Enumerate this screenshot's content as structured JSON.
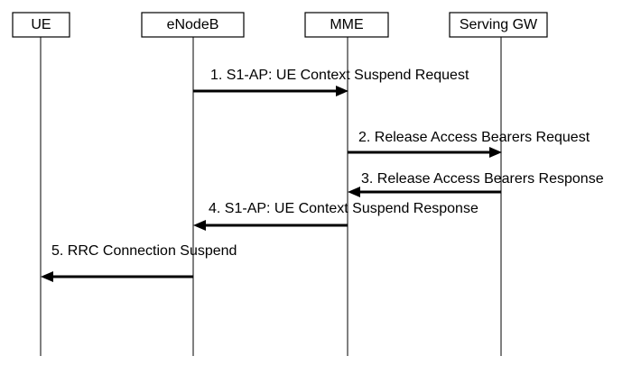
{
  "entities": [
    {
      "id": "ue",
      "label": "UE"
    },
    {
      "id": "enb",
      "label": "eNodeB"
    },
    {
      "id": "mme",
      "label": "MME"
    },
    {
      "id": "sgw",
      "label": "Serving GW"
    }
  ],
  "messages": [
    {
      "from": "enb",
      "to": "mme",
      "label": "1. S1-AP: UE Context Suspend Request"
    },
    {
      "from": "mme",
      "to": "sgw",
      "label": "2. Release Access Bearers Request"
    },
    {
      "from": "sgw",
      "to": "mme",
      "label": "3. Release Access Bearers Response"
    },
    {
      "from": "mme",
      "to": "enb",
      "label": "4. S1-AP: UE Context Suspend Response"
    },
    {
      "from": "enb",
      "to": "ue",
      "label": "5. RRC Connection Suspend"
    }
  ]
}
